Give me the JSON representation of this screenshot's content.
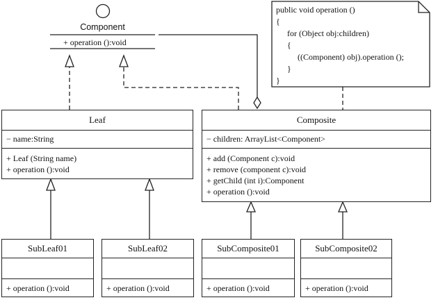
{
  "component": {
    "name": "Component",
    "operation": "+ operation ():void"
  },
  "leaf": {
    "name": "Leaf",
    "attribute": "− name:String",
    "methods": [
      "+ Leaf (String name)",
      "+ operation ():void"
    ]
  },
  "composite": {
    "name": "Composite",
    "attribute": "− children: ArrayList<Component>",
    "methods": [
      "+ add (Component c):void",
      "+ remove (component c):void",
      "+ getChild (int i):Component",
      "+ operation ():void"
    ]
  },
  "subclasses": [
    {
      "name": "SubLeaf01",
      "operation": "+ operation ():void"
    },
    {
      "name": "SubLeaf02",
      "operation": "+ operation ():void"
    },
    {
      "name": "SubComposite01",
      "operation": "+ operation ():void"
    },
    {
      "name": "SubComposite02",
      "operation": "+ operation ():void"
    }
  ],
  "note": {
    "lines": [
      "public void operation ()",
      "{",
      "for (Object obj:children)",
      "{",
      "((Component) obj).operation ();",
      "}",
      "}"
    ]
  }
}
